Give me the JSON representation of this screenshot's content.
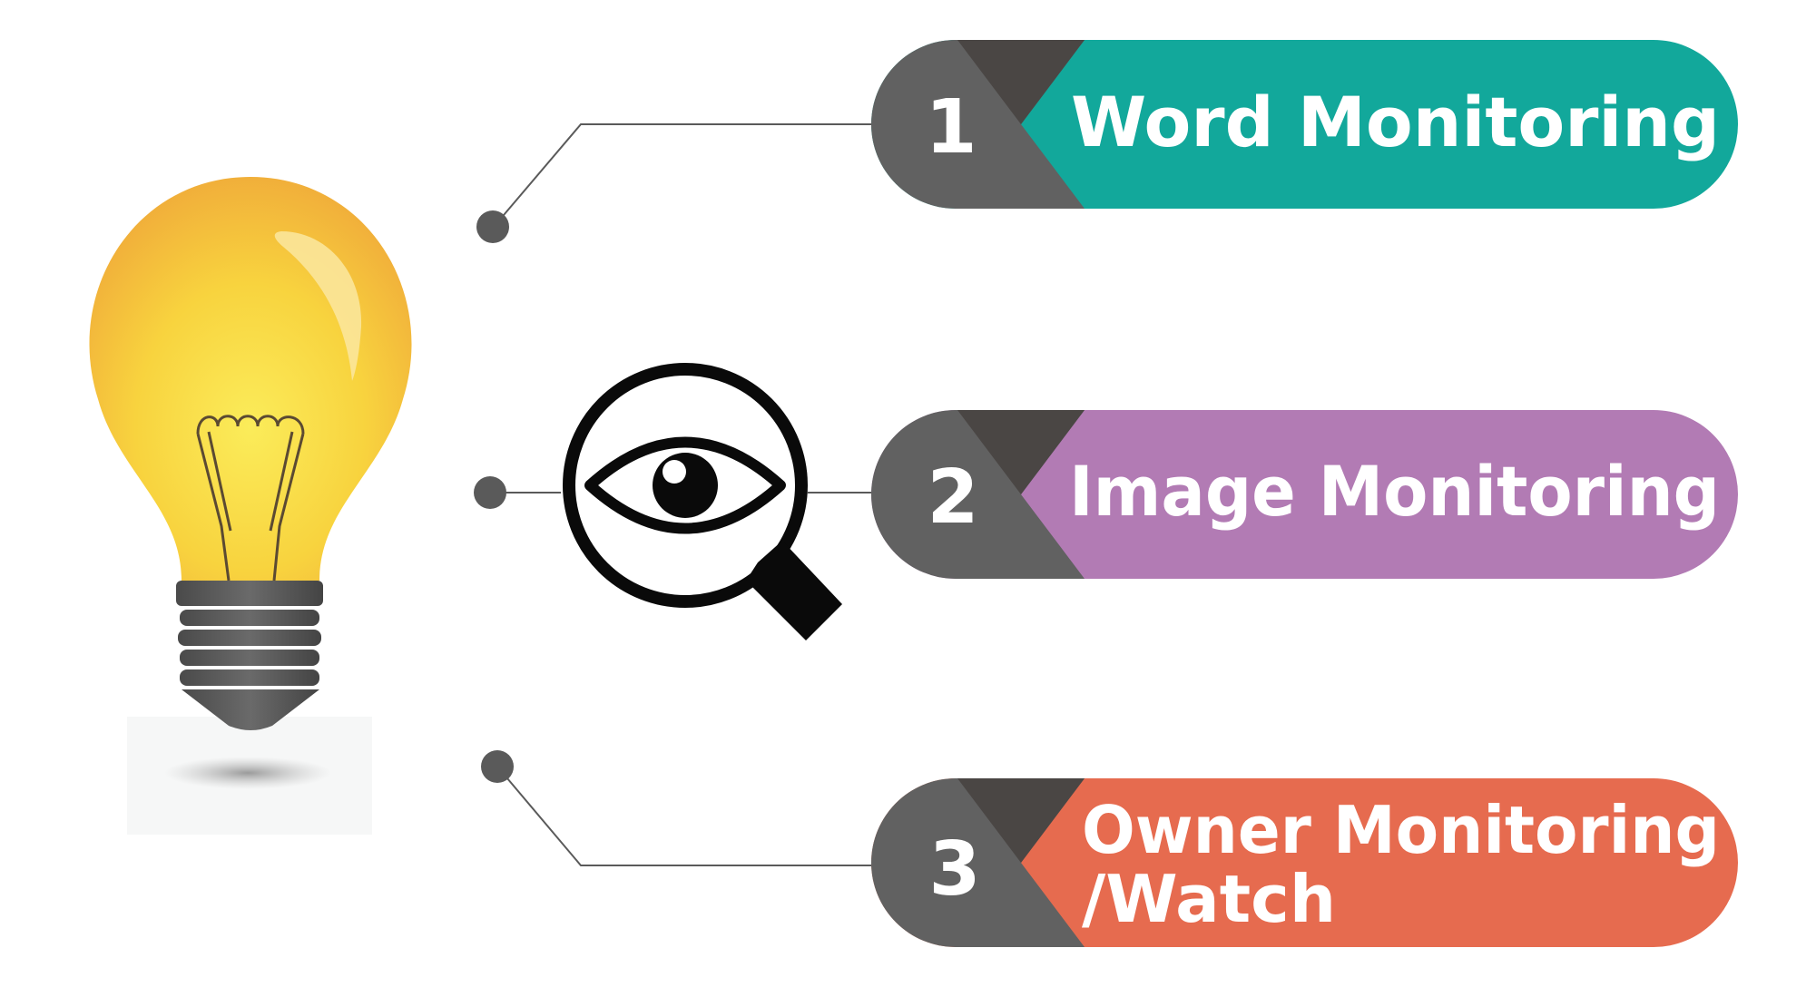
{
  "colors": {
    "item_1": "#12a89b",
    "item_2": "#b27bb4",
    "item_3": "#e66b4f",
    "number_block": "#616161",
    "number_block_dark": "#4a4644",
    "connector": "#5a5a5a",
    "bulb_glass": "#f7c83a",
    "bulb_base": "#585858"
  },
  "items": [
    {
      "number": "1",
      "lines": [
        "Word Monitoring"
      ]
    },
    {
      "number": "2",
      "lines": [
        "Image Monitoring"
      ]
    },
    {
      "number": "3",
      "lines": [
        "Owner Monitoring",
        "/Watch"
      ]
    }
  ],
  "icons": {
    "lightbulb": "lightbulb-icon",
    "magnifier_eye": "magnifying-glass-eye-icon"
  }
}
